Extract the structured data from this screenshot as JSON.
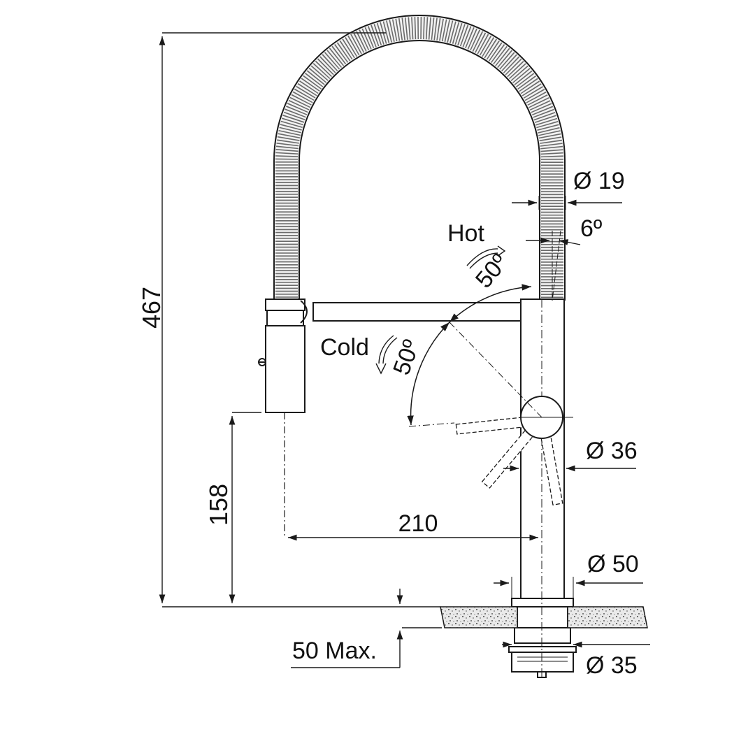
{
  "drawing": {
    "colors": {
      "line": "#1a1a1a",
      "hatch": "#555555",
      "background": "#ffffff"
    },
    "dimensions": {
      "total_height": "467",
      "spout_height": "158",
      "reach": "210",
      "hose_diameter": "Ø 19",
      "hose_angle": "6º",
      "body_diameter": "Ø 36",
      "base_diameter": "Ø 50",
      "shank_diameter": "Ø 35",
      "deck_thickness": "50 Max."
    },
    "lever": {
      "hot_label": "Hot",
      "hot_angle": "50º",
      "cold_label": "Cold",
      "cold_angle": "50º"
    }
  }
}
